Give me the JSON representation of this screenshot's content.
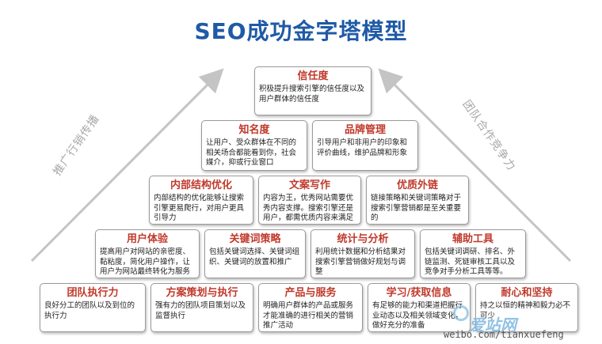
{
  "title": "SEO成功金字塔模型",
  "side_left": "推广行销传播",
  "side_right": "团队合作竞争力",
  "levels": [
    [
      {
        "heading": "信任度",
        "text": "积极提升搜索引擎的信任度以及用户群体的信任度"
      }
    ],
    [
      {
        "heading": "知名度",
        "text": "让用户、受众群体在不同的相关场合都能看到你，社会媒介，抑或行业窗口"
      },
      {
        "heading": "品牌管理",
        "text": "引导用户和非用户的印象和评价曲线，维护品牌和形象"
      }
    ],
    [
      {
        "heading": "内部结构优化",
        "text": "内部结构的优化能够让搜索引擎更易爬行，对用户更具引导力"
      },
      {
        "heading": "文案写作",
        "text": "内容为王，优秀网站需要优秀内容支撑。搜索引擎还是用户，都需优质内容来满足"
      },
      {
        "heading": "优质外链",
        "text": "链接策略和关键词策略对于搜索引擎营销都是至关重要的"
      }
    ],
    [
      {
        "heading": "用户体验",
        "text": "提高用户对网站的亲密度、黏粘度，简化用户操作，让用户为网站最终转化为服务"
      },
      {
        "heading": "关键词策略",
        "text": "包括关键词选择、关键词组织、关键词的放置和推广"
      },
      {
        "heading": "统计与分析",
        "text": "利用统计数据和分析结果对搜索引擎营销做好规划与调整"
      },
      {
        "heading": "辅助工具",
        "text": "包括关键词调研、排名、外链监测、死链审核工具以及竞争对手分析工具等等。"
      }
    ],
    [
      {
        "heading": "团队执行力",
        "text": "良好分工的团队以及到位的执行力"
      },
      {
        "heading": "方案策划与执行",
        "text": "强有力的团队项目策划以及监督执行"
      },
      {
        "heading": "产品与服务",
        "text": "明确用户群体的产品或服务才能准确的进行相关的营销推广活动"
      },
      {
        "heading": "学习/获取信息",
        "text": "有足够的能力和渠道把握行业动态以及相关领域变化，做好充分的准备"
      },
      {
        "heading": "耐心和坚持",
        "text": "持之以恒的精神和毅力必不可少"
      }
    ]
  ],
  "watermark": "爱站网",
  "credit": "weibo.com/tianxuefeng"
}
